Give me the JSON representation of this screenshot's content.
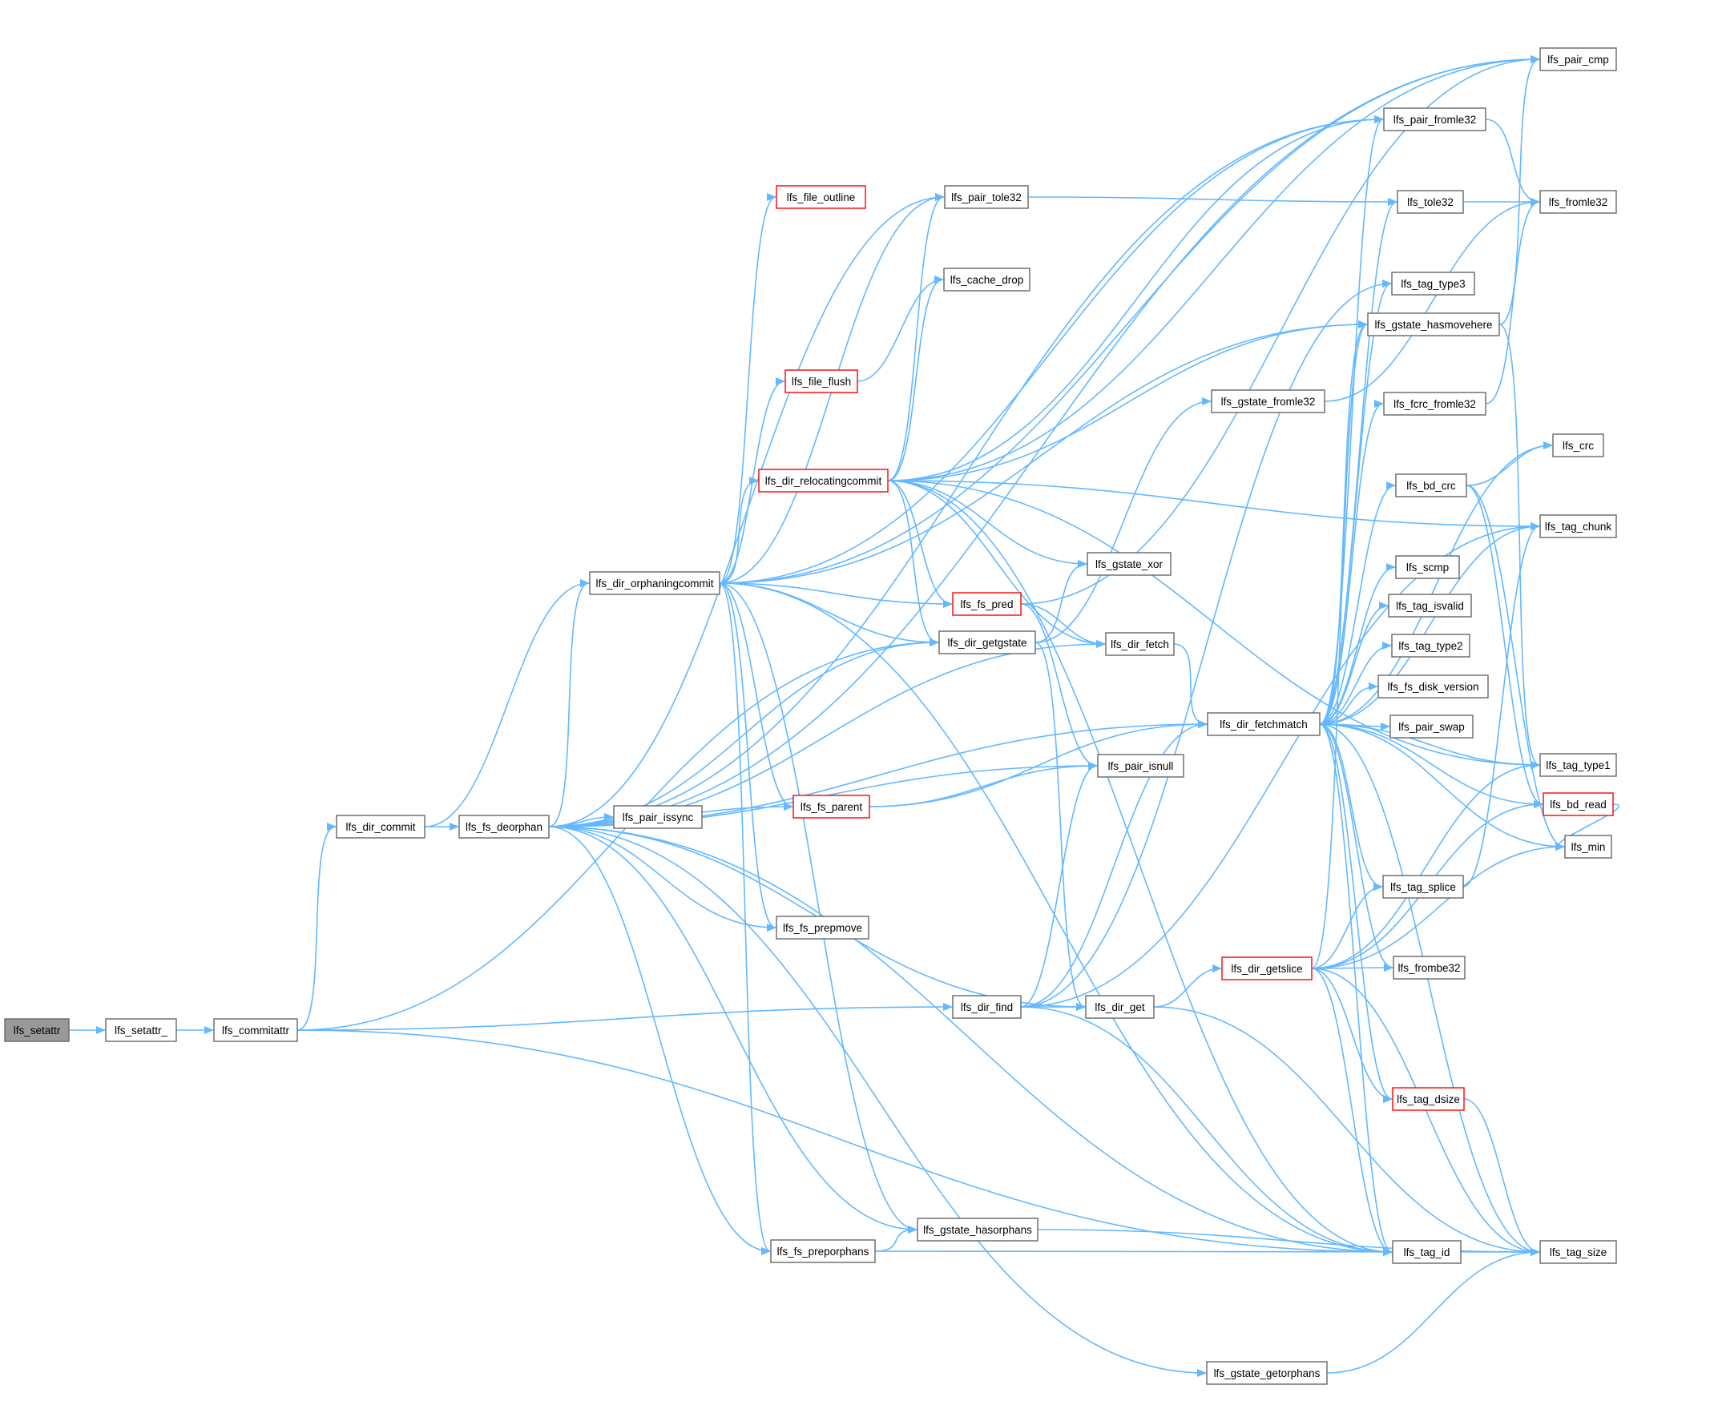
{
  "colors": {
    "edge": "#63b8ff",
    "node_border": "#666666",
    "node_fill": "#ffffff",
    "root_fill": "#999999",
    "highlight_border": "#ff0000",
    "text": "#000000"
  },
  "nodes": [
    {
      "id": "lfs_setattr",
      "label": "lfs_setattr",
      "style": "root"
    },
    {
      "id": "lfs_setattr_",
      "label": "lfs_setattr_",
      "style": "normal"
    },
    {
      "id": "lfs_commitattr",
      "label": "lfs_commitattr",
      "style": "normal"
    },
    {
      "id": "lfs_dir_commit",
      "label": "lfs_dir_commit",
      "style": "normal"
    },
    {
      "id": "lfs_fs_deorphan",
      "label": "lfs_fs_deorphan",
      "style": "normal"
    },
    {
      "id": "lfs_dir_orphaningcommit",
      "label": "lfs_dir_orphaningcommit",
      "style": "normal"
    },
    {
      "id": "lfs_pair_issync",
      "label": "lfs_pair_issync",
      "style": "normal"
    },
    {
      "id": "lfs_file_outline",
      "label": "lfs_file_outline",
      "style": "red"
    },
    {
      "id": "lfs_file_flush",
      "label": "lfs_file_flush",
      "style": "red"
    },
    {
      "id": "lfs_dir_relocatingcommit",
      "label": "lfs_dir_relocatingcommit",
      "style": "red"
    },
    {
      "id": "lfs_fs_parent",
      "label": "lfs_fs_parent",
      "style": "red"
    },
    {
      "id": "lfs_fs_prepmove",
      "label": "lfs_fs_prepmove",
      "style": "normal"
    },
    {
      "id": "lfs_fs_preporphans",
      "label": "lfs_fs_preporphans",
      "style": "normal"
    },
    {
      "id": "lfs_pair_tole32",
      "label": "lfs_pair_tole32",
      "style": "normal"
    },
    {
      "id": "lfs_cache_drop",
      "label": "lfs_cache_drop",
      "style": "normal"
    },
    {
      "id": "lfs_fs_pred",
      "label": "lfs_fs_pred",
      "style": "red"
    },
    {
      "id": "lfs_dir_getgstate",
      "label": "lfs_dir_getgstate",
      "style": "normal"
    },
    {
      "id": "lfs_gstate_xor",
      "label": "lfs_gstate_xor",
      "style": "normal"
    },
    {
      "id": "lfs_dir_fetch",
      "label": "lfs_dir_fetch",
      "style": "normal"
    },
    {
      "id": "lfs_pair_isnull",
      "label": "lfs_pair_isnull",
      "style": "normal"
    },
    {
      "id": "lfs_dir_find",
      "label": "lfs_dir_find",
      "style": "normal"
    },
    {
      "id": "lfs_dir_get",
      "label": "lfs_dir_get",
      "style": "normal"
    },
    {
      "id": "lfs_gstate_hasorphans",
      "label": "lfs_gstate_hasorphans",
      "style": "normal"
    },
    {
      "id": "lfs_gstate_getorphans",
      "label": "lfs_gstate_getorphans",
      "style": "normal"
    },
    {
      "id": "lfs_gstate_fromle32",
      "label": "lfs_gstate_fromle32",
      "style": "normal"
    },
    {
      "id": "lfs_dir_fetchmatch",
      "label": "lfs_dir_fetchmatch",
      "style": "normal"
    },
    {
      "id": "lfs_dir_getslice",
      "label": "lfs_dir_getslice",
      "style": "red"
    },
    {
      "id": "lfs_pair_fromle32",
      "label": "lfs_pair_fromle32",
      "style": "normal"
    },
    {
      "id": "lfs_tole32",
      "label": "lfs_tole32",
      "style": "normal"
    },
    {
      "id": "lfs_tag_type3",
      "label": "lfs_tag_type3",
      "style": "normal"
    },
    {
      "id": "lfs_gstate_hasmovehere",
      "label": "lfs_gstate_hasmovehere",
      "style": "normal"
    },
    {
      "id": "lfs_fcrc_fromle32",
      "label": "lfs_fcrc_fromle32",
      "style": "normal"
    },
    {
      "id": "lfs_bd_crc",
      "label": "lfs_bd_crc",
      "style": "normal"
    },
    {
      "id": "lfs_scmp",
      "label": "lfs_scmp",
      "style": "normal"
    },
    {
      "id": "lfs_tag_isvalid",
      "label": "lfs_tag_isvalid",
      "style": "normal"
    },
    {
      "id": "lfs_tag_type2",
      "label": "lfs_tag_type2",
      "style": "normal"
    },
    {
      "id": "lfs_fs_disk_version",
      "label": "lfs_fs_disk_version",
      "style": "normal"
    },
    {
      "id": "lfs_pair_swap",
      "label": "lfs_pair_swap",
      "style": "normal"
    },
    {
      "id": "lfs_tag_splice",
      "label": "lfs_tag_splice",
      "style": "normal"
    },
    {
      "id": "lfs_frombe32",
      "label": "lfs_frombe32",
      "style": "normal"
    },
    {
      "id": "lfs_tag_dsize",
      "label": "lfs_tag_dsize",
      "style": "red"
    },
    {
      "id": "lfs_tag_id",
      "label": "lfs_tag_id",
      "style": "normal"
    },
    {
      "id": "lfs_pair_cmp",
      "label": "lfs_pair_cmp",
      "style": "normal"
    },
    {
      "id": "lfs_fromle32",
      "label": "lfs_fromle32",
      "style": "normal"
    },
    {
      "id": "lfs_crc",
      "label": "lfs_crc",
      "style": "normal"
    },
    {
      "id": "lfs_tag_chunk",
      "label": "lfs_tag_chunk",
      "style": "normal"
    },
    {
      "id": "lfs_tag_type1",
      "label": "lfs_tag_type1",
      "style": "normal"
    },
    {
      "id": "lfs_bd_read",
      "label": "lfs_bd_read",
      "style": "red"
    },
    {
      "id": "lfs_min",
      "label": "lfs_min",
      "style": "normal"
    },
    {
      "id": "lfs_tag_size",
      "label": "lfs_tag_size",
      "style": "normal"
    }
  ],
  "edges": [
    [
      "lfs_setattr",
      "lfs_setattr_"
    ],
    [
      "lfs_setattr_",
      "lfs_commitattr"
    ],
    [
      "lfs_commitattr",
      "lfs_dir_commit"
    ],
    [
      "lfs_commitattr",
      "lfs_dir_find"
    ],
    [
      "lfs_commitattr",
      "lfs_dir_getgstate"
    ],
    [
      "lfs_commitattr",
      "lfs_tag_id"
    ],
    [
      "lfs_dir_commit",
      "lfs_fs_deorphan"
    ],
    [
      "lfs_dir_commit",
      "lfs_dir_orphaningcommit"
    ],
    [
      "lfs_fs_deorphan",
      "lfs_dir_orphaningcommit"
    ],
    [
      "lfs_fs_deorphan",
      "lfs_pair_issync"
    ],
    [
      "lfs_fs_deorphan",
      "lfs_fs_parent"
    ],
    [
      "lfs_fs_deorphan",
      "lfs_fs_prepmove"
    ],
    [
      "lfs_fs_deorphan",
      "lfs_fs_preporphans"
    ],
    [
      "lfs_fs_deorphan",
      "lfs_dir_getgstate"
    ],
    [
      "lfs_fs_deorphan",
      "lfs_dir_fetch"
    ],
    [
      "lfs_fs_deorphan",
      "lfs_pair_isnull"
    ],
    [
      "lfs_fs_deorphan",
      "lfs_dir_get"
    ],
    [
      "lfs_fs_deorphan",
      "lfs_gstate_hasorphans"
    ],
    [
      "lfs_fs_deorphan",
      "lfs_gstate_getorphans"
    ],
    [
      "lfs_fs_deorphan",
      "lfs_pair_cmp"
    ],
    [
      "lfs_fs_deorphan",
      "lfs_pair_tole32"
    ],
    [
      "lfs_fs_deorphan",
      "lfs_pair_fromle32"
    ],
    [
      "lfs_fs_deorphan",
      "lfs_dir_fetchmatch"
    ],
    [
      "lfs_fs_deorphan",
      "lfs_tag_id"
    ],
    [
      "lfs_dir_orphaningcommit",
      "lfs_file_outline"
    ],
    [
      "lfs_dir_orphaningcommit",
      "lfs_file_flush"
    ],
    [
      "lfs_dir_orphaningcommit",
      "lfs_dir_relocatingcommit"
    ],
    [
      "lfs_dir_orphaningcommit",
      "lfs_fs_pred"
    ],
    [
      "lfs_dir_orphaningcommit",
      "lfs_dir_getgstate"
    ],
    [
      "lfs_dir_orphaningcommit",
      "lfs_fs_parent"
    ],
    [
      "lfs_dir_orphaningcommit",
      "lfs_fs_prepmove"
    ],
    [
      "lfs_dir_orphaningcommit",
      "lfs_fs_preporphans"
    ],
    [
      "lfs_dir_orphaningcommit",
      "lfs_pair_tole32"
    ],
    [
      "lfs_dir_orphaningcommit",
      "lfs_pair_fromle32"
    ],
    [
      "lfs_dir_orphaningcommit",
      "lfs_pair_cmp"
    ],
    [
      "lfs_dir_orphaningcommit",
      "lfs_gstate_hasorphans"
    ],
    [
      "lfs_dir_orphaningcommit",
      "lfs_gstate_hasmovehere"
    ],
    [
      "lfs_dir_orphaningcommit",
      "lfs_tag_id"
    ],
    [
      "lfs_file_flush",
      "lfs_cache_drop"
    ],
    [
      "lfs_dir_relocatingcommit",
      "lfs_pair_tole32"
    ],
    [
      "lfs_dir_relocatingcommit",
      "lfs_cache_drop"
    ],
    [
      "lfs_dir_relocatingcommit",
      "lfs_fs_pred"
    ],
    [
      "lfs_dir_relocatingcommit",
      "lfs_dir_getgstate"
    ],
    [
      "lfs_dir_relocatingcommit",
      "lfs_gstate_xor"
    ],
    [
      "lfs_dir_relocatingcommit",
      "lfs_dir_fetch"
    ],
    [
      "lfs_dir_relocatingcommit",
      "lfs_pair_cmp"
    ],
    [
      "lfs_dir_relocatingcommit",
      "lfs_pair_fromle32"
    ],
    [
      "lfs_dir_relocatingcommit",
      "lfs_gstate_hasmovehere"
    ],
    [
      "lfs_dir_relocatingcommit",
      "lfs_tag_chunk"
    ],
    [
      "lfs_dir_relocatingcommit",
      "lfs_tag_type1"
    ],
    [
      "lfs_dir_relocatingcommit",
      "lfs_tag_id"
    ],
    [
      "lfs_fs_parent",
      "lfs_dir_fetchmatch"
    ],
    [
      "lfs_fs_parent",
      "lfs_pair_isnull"
    ],
    [
      "lfs_fs_preporphans",
      "lfs_gstate_hasorphans"
    ],
    [
      "lfs_fs_preporphans",
      "lfs_tag_size"
    ],
    [
      "lfs_pair_tole32",
      "lfs_tole32"
    ],
    [
      "lfs_fs_pred",
      "lfs_dir_fetch"
    ],
    [
      "lfs_fs_pred",
      "lfs_pair_isnull"
    ],
    [
      "lfs_fs_pred",
      "lfs_pair_cmp"
    ],
    [
      "lfs_dir_getgstate",
      "lfs_gstate_xor"
    ],
    [
      "lfs_dir_getgstate",
      "lfs_gstate_fromle32"
    ],
    [
      "lfs_dir_getgstate",
      "lfs_dir_get"
    ],
    [
      "lfs_dir_fetch",
      "lfs_dir_fetchmatch"
    ],
    [
      "lfs_dir_find",
      "lfs_dir_get"
    ],
    [
      "lfs_dir_find",
      "lfs_dir_fetchmatch"
    ],
    [
      "lfs_dir_find",
      "lfs_pair_isnull"
    ],
    [
      "lfs_dir_find",
      "lfs_tag_type3"
    ],
    [
      "lfs_dir_find",
      "lfs_tag_id"
    ],
    [
      "lfs_dir_find",
      "lfs_tag_chunk"
    ],
    [
      "lfs_dir_get",
      "lfs_dir_getslice"
    ],
    [
      "lfs_dir_get",
      "lfs_tag_size"
    ],
    [
      "lfs_gstate_hasorphans",
      "lfs_tag_size"
    ],
    [
      "lfs_gstate_getorphans",
      "lfs_tag_size"
    ],
    [
      "lfs_gstate_fromle32",
      "lfs_fromle32"
    ],
    [
      "lfs_dir_fetchmatch",
      "lfs_pair_fromle32"
    ],
    [
      "lfs_dir_fetchmatch",
      "lfs_tole32"
    ],
    [
      "lfs_dir_fetchmatch",
      "lfs_tag_type3"
    ],
    [
      "lfs_dir_fetchmatch",
      "lfs_gstate_hasmovehere"
    ],
    [
      "lfs_dir_fetchmatch",
      "lfs_fcrc_fromle32"
    ],
    [
      "lfs_dir_fetchmatch",
      "lfs_crc"
    ],
    [
      "lfs_dir_fetchmatch",
      "lfs_bd_crc"
    ],
    [
      "lfs_dir_fetchmatch",
      "lfs_tag_chunk"
    ],
    [
      "lfs_dir_fetchmatch",
      "lfs_scmp"
    ],
    [
      "lfs_dir_fetchmatch",
      "lfs_tag_isvalid"
    ],
    [
      "lfs_dir_fetchmatch",
      "lfs_tag_type2"
    ],
    [
      "lfs_dir_fetchmatch",
      "lfs_fs_disk_version"
    ],
    [
      "lfs_dir_fetchmatch",
      "lfs_pair_swap"
    ],
    [
      "lfs_dir_fetchmatch",
      "lfs_tag_type1"
    ],
    [
      "lfs_dir_fetchmatch",
      "lfs_bd_read"
    ],
    [
      "lfs_dir_fetchmatch",
      "lfs_min"
    ],
    [
      "lfs_dir_fetchmatch",
      "lfs_tag_splice"
    ],
    [
      "lfs_dir_fetchmatch",
      "lfs_frombe32"
    ],
    [
      "lfs_dir_fetchmatch",
      "lfs_tag_dsize"
    ],
    [
      "lfs_dir_fetchmatch",
      "lfs_tag_id"
    ],
    [
      "lfs_dir_fetchmatch",
      "lfs_tag_size"
    ],
    [
      "lfs_dir_getslice",
      "lfs_gstate_hasmovehere"
    ],
    [
      "lfs_dir_getslice",
      "lfs_tag_splice"
    ],
    [
      "lfs_dir_getslice",
      "lfs_frombe32"
    ],
    [
      "lfs_dir_getslice",
      "lfs_tag_type1"
    ],
    [
      "lfs_dir_getslice",
      "lfs_bd_read"
    ],
    [
      "lfs_dir_getslice",
      "lfs_min"
    ],
    [
      "lfs_dir_getslice",
      "lfs_tag_dsize"
    ],
    [
      "lfs_dir_getslice",
      "lfs_tag_id"
    ],
    [
      "lfs_dir_getslice",
      "lfs_tag_size"
    ],
    [
      "lfs_pair_fromle32",
      "lfs_fromle32"
    ],
    [
      "lfs_tole32",
      "lfs_fromle32"
    ],
    [
      "lfs_gstate_hasmovehere",
      "lfs_pair_cmp"
    ],
    [
      "lfs_gstate_hasmovehere",
      "lfs_tag_type1"
    ],
    [
      "lfs_fcrc_fromle32",
      "lfs_fromle32"
    ],
    [
      "lfs_bd_crc",
      "lfs_crc"
    ],
    [
      "lfs_bd_crc",
      "lfs_bd_read"
    ],
    [
      "lfs_bd_crc",
      "lfs_min"
    ],
    [
      "lfs_bd_read",
      "lfs_min"
    ],
    [
      "lfs_tag_splice",
      "lfs_tag_chunk"
    ],
    [
      "lfs_tag_dsize",
      "lfs_tag_size"
    ]
  ]
}
